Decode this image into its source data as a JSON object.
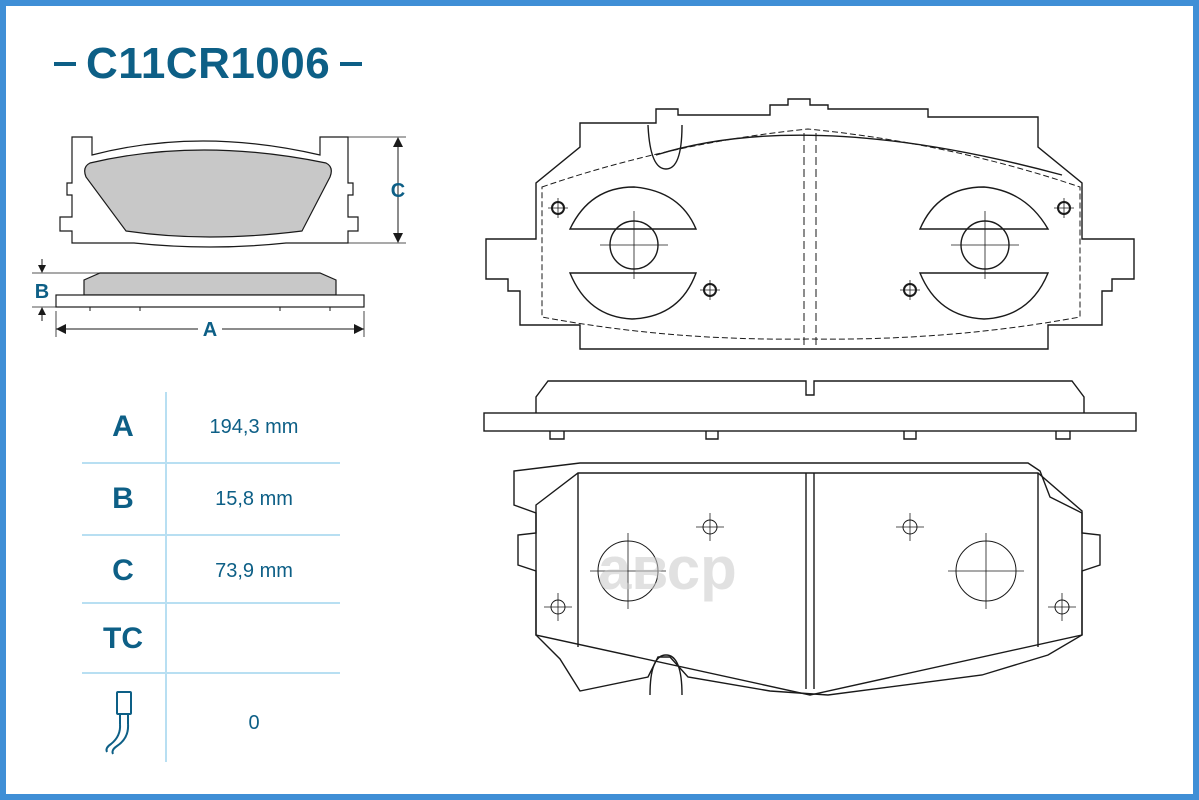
{
  "title": "C11CR1006",
  "dimension_labels": {
    "a": "A",
    "b": "B",
    "c": "C"
  },
  "specs": [
    {
      "key": "A",
      "value": "194,3 mm"
    },
    {
      "key": "B",
      "value": "15,8 mm"
    },
    {
      "key": "C",
      "value": "73,9 mm"
    },
    {
      "key": "TC",
      "value": ""
    },
    {
      "key": "",
      "value": "0"
    }
  ],
  "watermark": "aвсp",
  "colors": {
    "brand": "#0d5f86",
    "frame": "#3f8fd6",
    "pad": "#c8c8c8",
    "line": "#1a1a1a",
    "grid": "#b8dff2"
  }
}
